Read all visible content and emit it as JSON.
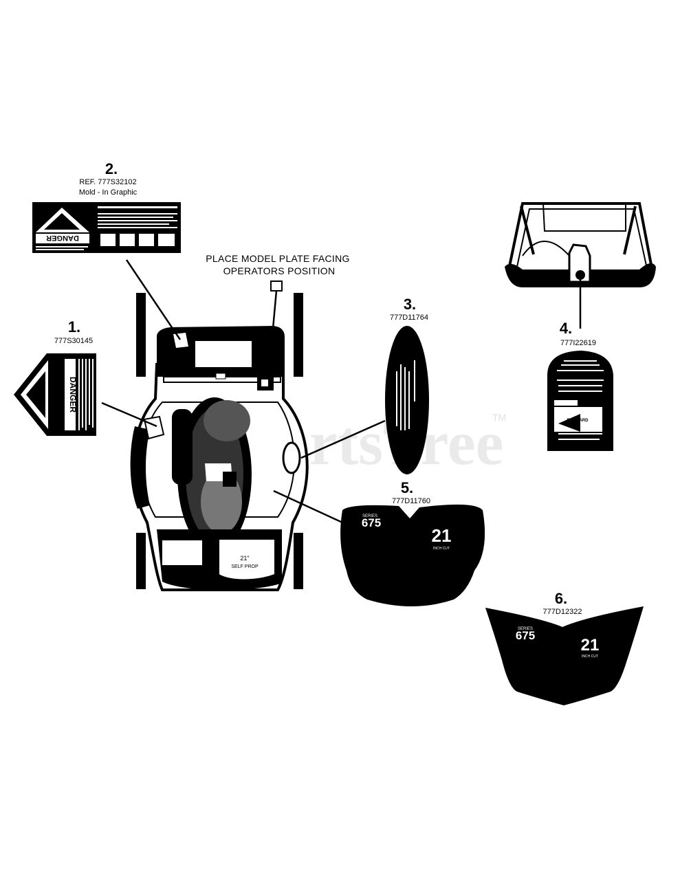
{
  "watermark": {
    "text": "PartsTree",
    "tm": "TM"
  },
  "instruction": {
    "line1": "PLACE MODEL PLATE FACING",
    "line2": "OPERATORS POSITION"
  },
  "parts": [
    {
      "number": "1.",
      "ref": "777S30145",
      "decal_word": "DANGER"
    },
    {
      "number": "2.",
      "ref": "REF. 777S32102",
      "note": "Mold - In Graphic",
      "decal_word": "DANGER",
      "small_label": "DANGER"
    },
    {
      "number": "3.",
      "ref": "777D11764"
    },
    {
      "number": "4.",
      "ref": "777I22619",
      "decal_word": "FORWARD"
    },
    {
      "number": "5.",
      "ref": "777D11760",
      "series": "675",
      "series_word": "SERIES",
      "size": "21",
      "size_unit": "INCH CUT"
    },
    {
      "number": "6.",
      "ref": "777D12322",
      "series": "675",
      "series_word": "SERIES",
      "size": "21",
      "size_unit": "INCH CUT"
    }
  ],
  "mower_label": {
    "line1": "21\"",
    "line2": "SELF PROP"
  }
}
